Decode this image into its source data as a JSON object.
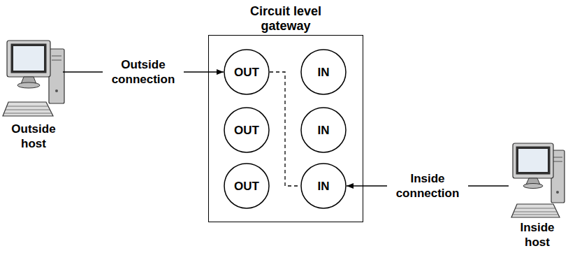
{
  "diagram": {
    "nodes": [
      {
        "text": [
          "Circuit level gateway"
        ]
      },
      {
        "text": [
          "OUT"
        ],
        "in": 0
      },
      {
        "text": [
          "IN"
        ],
        "in": 0
      },
      {
        "text": [
          "OUT"
        ],
        "in": 0
      },
      {
        "text": [
          "IN"
        ],
        "in": 0
      },
      {
        "text": [
          "OUT"
        ],
        "in": 0
      },
      {
        "text": [
          "IN"
        ],
        "in": 0
      },
      {
        "text": [
          "Outside host"
        ]
      },
      {
        "text": [
          "Inside host"
        ]
      }
    ],
    "edges": [
      {
        "from": 7,
        "to": 1,
        "label": "Outside connection",
        "arrow": "to"
      },
      {
        "from": 8,
        "to": 6,
        "label": "Inside connection",
        "arrow": "to"
      },
      {
        "from": 1,
        "to": 6,
        "arrow": "none"
      }
    ]
  }
}
